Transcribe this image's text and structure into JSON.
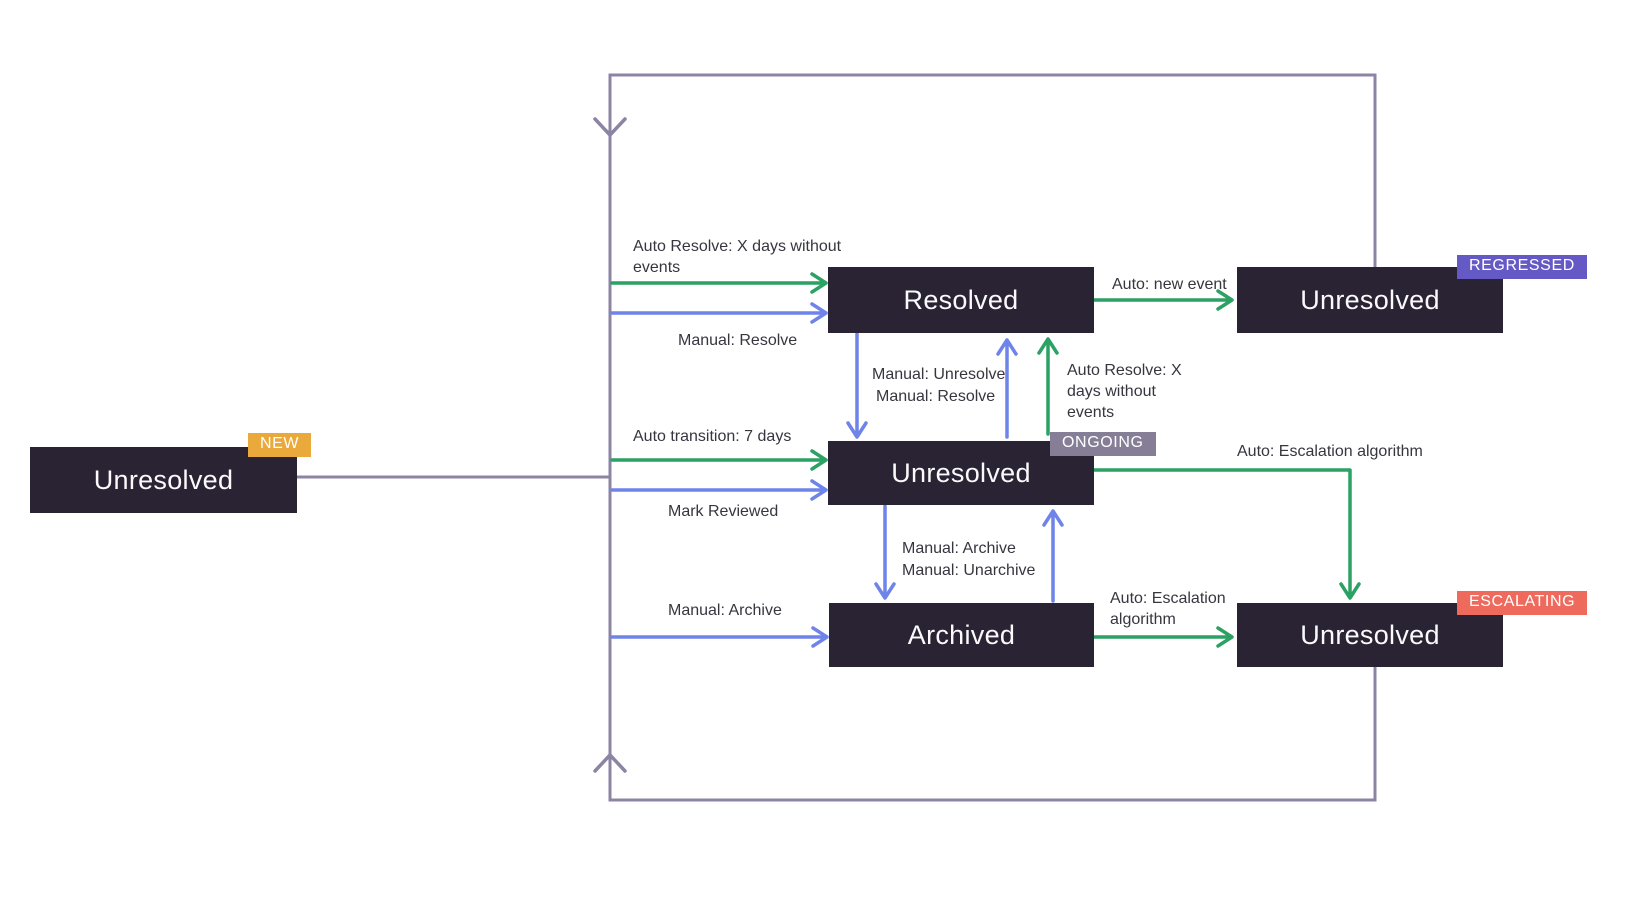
{
  "states": {
    "new": {
      "label": "Unresolved",
      "badge": "NEW"
    },
    "resolved": {
      "label": "Resolved"
    },
    "regressed": {
      "label": "Unresolved",
      "badge": "REGRESSED"
    },
    "ongoing": {
      "label": "Unresolved",
      "badge": "ONGOING"
    },
    "archived": {
      "label": "Archived"
    },
    "escalating": {
      "label": "Unresolved",
      "badge": "ESCALATING"
    }
  },
  "transitions": {
    "auto_resolve_from_new": "Auto Resolve: X days without\nevents",
    "manual_resolve_from_new": "Manual: Resolve",
    "auto_new_event": "Auto: new event",
    "manual_unresolve": "Manual: Unresolve",
    "manual_resolve": "Manual: Resolve",
    "auto_resolve_from_ongoing": "Auto Resolve: X\ndays without\nevents",
    "auto_transition_7_days": "Auto transition: 7 days",
    "mark_reviewed": "Mark Reviewed",
    "auto_escalation_from_ongoing": "Auto: Escalation algorithm",
    "manual_archive": "Manual: Archive",
    "manual_unarchive": "Manual: Unarchive",
    "manual_archive_from_new": "Manual: Archive",
    "auto_escalation_from_archived": "Auto: Escalation\nalgorithm"
  },
  "colors": {
    "state_box": "#2A2333",
    "state_text": "#FAF9FB",
    "label_text": "#38353F",
    "green": "#2BA164",
    "blue": "#6F84E8",
    "loop": "#8D84A3",
    "badge_new": "#E9A93B",
    "badge_regressed": "#6459C5",
    "badge_ongoing": "#867E96",
    "badge_escalating": "#EE6A5C"
  }
}
